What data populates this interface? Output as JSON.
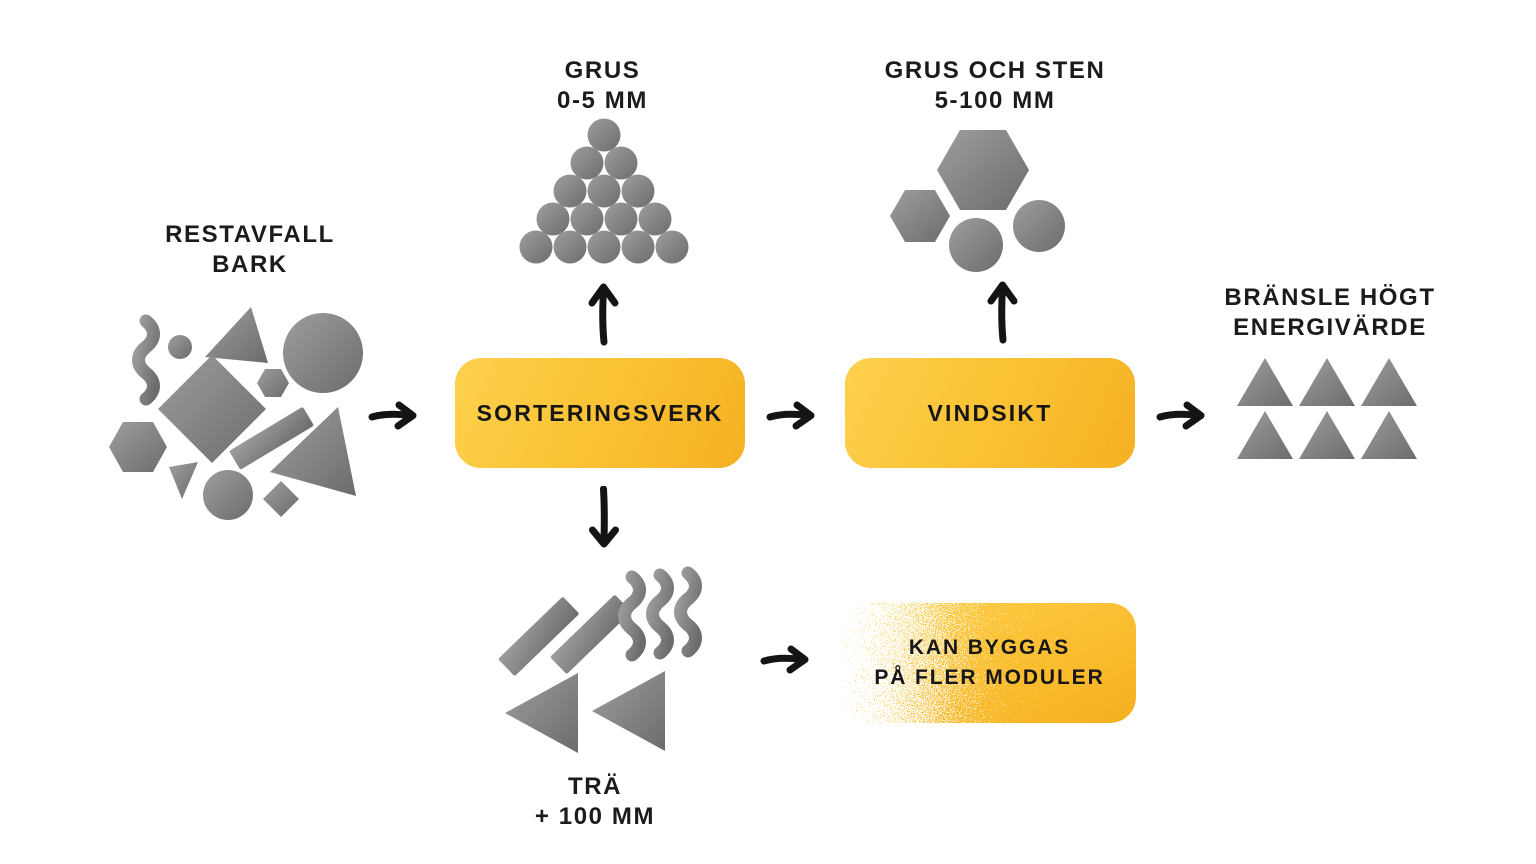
{
  "nodes": {
    "restavfall": {
      "line1": "RESTAVFALL",
      "line2": "BARK"
    },
    "grus": {
      "line1": "GRUS",
      "line2": "0-5 MM"
    },
    "grus_och_sten": {
      "line1": "GRUS OCH STEN",
      "line2": "5-100 MM"
    },
    "sorteringsverk": {
      "label": "SORTERINGSVERK"
    },
    "vindsikt": {
      "label": "VINDSIKT"
    },
    "bransle": {
      "line1": "BRÄNSLE HÖGT",
      "line2": "ENERGIVÄRDE"
    },
    "tra": {
      "line1": "TRÄ",
      "line2": "+ 100 MM"
    },
    "kan_byggas": {
      "line1": "KAN BYGGAS",
      "line2": "PÅ FLER MODULER"
    }
  },
  "connections": [
    {
      "from": "restavfall",
      "to": "sorteringsverk",
      "direction": "right"
    },
    {
      "from": "sorteringsverk",
      "to": "grus",
      "direction": "up"
    },
    {
      "from": "sorteringsverk",
      "to": "vindsikt",
      "direction": "right"
    },
    {
      "from": "sorteringsverk",
      "to": "tra",
      "direction": "down"
    },
    {
      "from": "vindsikt",
      "to": "grus_och_sten",
      "direction": "up"
    },
    {
      "from": "vindsikt",
      "to": "bransle",
      "direction": "right"
    },
    {
      "from": "tra",
      "to": "kan_byggas",
      "direction": "right"
    }
  ],
  "icons": {
    "restavfall": "mixed-waste-shapes-icon",
    "grus": "gravel-pile-icon",
    "grus_och_sten": "stones-icon",
    "bransle": "fuel-triangles-icon",
    "tra": "wood-pieces-icon"
  },
  "colors": {
    "background": "#FFFFFF",
    "box_yellow_light": "#FFD14E",
    "box_yellow_dark": "#F5AE1E",
    "grain_orange": "#EE9C12",
    "shape_gray_light": "#9C9C9C",
    "shape_gray_dark": "#6C6C6C",
    "text_black": "#1B1B1B",
    "arrow_black": "#141414"
  }
}
